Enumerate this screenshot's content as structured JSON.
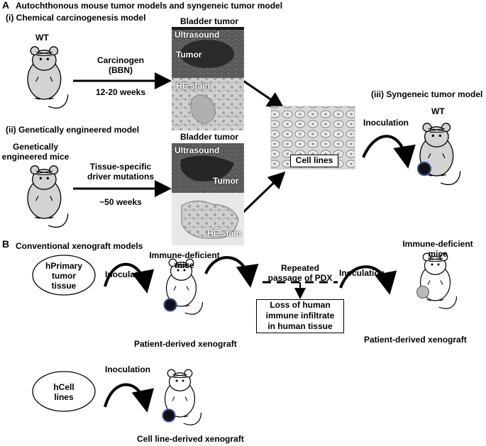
{
  "panel_a": {
    "letter": "A",
    "title": "Autochthonous mouse tumor models and syngeneic tumor model",
    "model_i": "(i)  Chemical carcinogenesis model",
    "wt_top": "WT",
    "carcinogen_line1": "Carcinogen",
    "carcinogen_line2": "(BBN)",
    "weeks_i": "12-20 weeks",
    "bladder_tumor_1": "Bladder tumor",
    "ultrasound_1": "Ultrasound",
    "tumor_1": "Tumor",
    "he_stain_1": "HE stain",
    "model_ii": "(ii)  Genetically engineered model",
    "ge_mice_line1": "Genetically",
    "ge_mice_line2": "engineered mice",
    "driver_line1": "Tissue-specific",
    "driver_line2": "driver mutations",
    "weeks_ii": "~50 weeks",
    "bladder_tumor_2": "Bladder tumor",
    "ultrasound_2": "Ultrasound",
    "tumor_2": "Tumor",
    "he_stain_2": "HE stain",
    "cell_lines": "Cell lines",
    "model_iii": "(iii)  Syngeneic tumor model",
    "inoculation": "Inoculation",
    "wt_right": "WT"
  },
  "panel_b": {
    "letter": "B",
    "title": "Conventional xenograft models",
    "hprimary_line1": "hPrimary",
    "hprimary_line2": "tumor",
    "hprimary_line3": "tissue",
    "inoculation_1": "Inoculation",
    "immune_def_1_line1": "Immune-deficient",
    "immune_def_1_line2": "mice",
    "pdx_1": "Patient-derived xenograft",
    "repeated_line1": "Repeated",
    "repeated_line2": "passage of PDX",
    "inoculation_2": "Inoculation",
    "loss_line1": "Loss of human",
    "loss_line2": "immune infiltrate",
    "loss_line3": "in human tissue",
    "immune_def_2_line1": "Immune-deficient",
    "immune_def_2_line2": "mice",
    "pdx_2": "Patient-derived xenograft",
    "hcell_line1": "hCell",
    "hcell_line2": "lines",
    "inoculation_3": "Inoculation",
    "cldx": "Cell line-derived xenograft"
  },
  "colors": {
    "mouse_gray": "#d3d3d3",
    "mouse_white": "#ffffff",
    "tumor_dark": "#111111",
    "tumor_ring": "#3a4a9a",
    "tumor_gray": "#b8b8b8",
    "ultrasound_bg": "#3c3c3c",
    "he_bg": "#c9c9c9"
  }
}
